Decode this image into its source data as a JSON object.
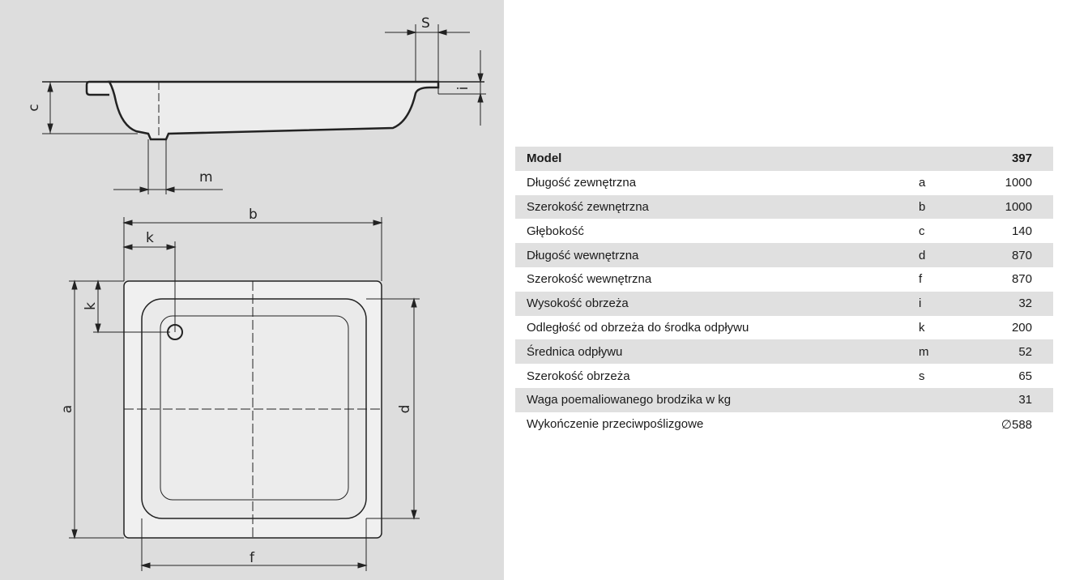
{
  "drawing": {
    "labels": {
      "s": "S",
      "c": "c",
      "m": "m",
      "i": "i",
      "b": "b",
      "k_top": "k",
      "k_side": "k",
      "a": "a",
      "d": "d",
      "f": "f"
    }
  },
  "table": {
    "header": {
      "label": "Model",
      "value": "397"
    },
    "rows": [
      {
        "label": "Długość zewnętrzna",
        "symbol": "a",
        "value": "1000"
      },
      {
        "label": "Szerokość zewnętrzna",
        "symbol": "b",
        "value": "1000"
      },
      {
        "label": "Głębokość",
        "symbol": "c",
        "value": "140"
      },
      {
        "label": "Długość wewnętrzna",
        "symbol": "d",
        "value": "870"
      },
      {
        "label": "Szerokość wewnętrzna",
        "symbol": "f",
        "value": "870"
      },
      {
        "label": "Wysokość obrzeża",
        "symbol": "i",
        "value": "32"
      },
      {
        "label": "Odległość od obrzeża do środka odpływu",
        "symbol": "k",
        "value": "200"
      },
      {
        "label": "Średnica odpływu",
        "symbol": "m",
        "value": "52"
      },
      {
        "label": "Szerokość obrzeża",
        "symbol": "s",
        "value": "65"
      },
      {
        "label": "Waga poemaliowanego brodzika w kg",
        "symbol": "",
        "value": "31"
      },
      {
        "label": "Wykończenie przeciwpoślizgowe",
        "symbol": "",
        "value": "∅588"
      }
    ]
  }
}
